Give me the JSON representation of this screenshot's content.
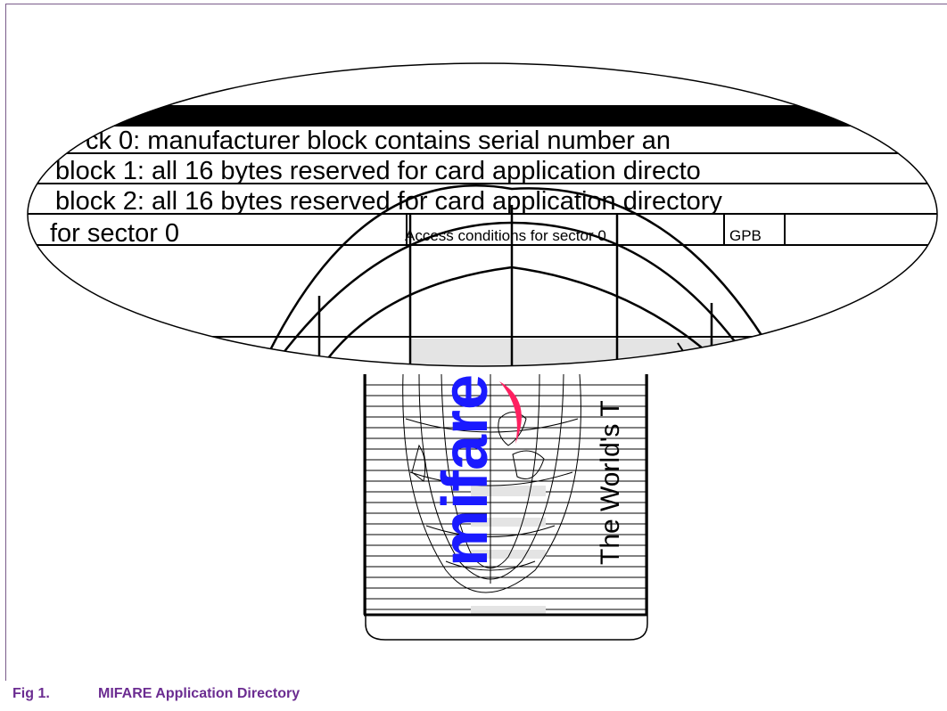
{
  "figure": {
    "caption_number": "Fig 1.",
    "caption_title": "MIFARE Application Directory"
  },
  "card": {
    "brand_text": "mifare",
    "slogan_text": "The World's T"
  },
  "memory_rows": [
    "ck 0: manufacturer block contains serial number an",
    "block 1: all 16 bytes reserved for card application directo",
    "block 2: all 16 bytes reserved for card application directory",
    "for sector 0"
  ],
  "trailer_cells": {
    "access_label": "Access conditions for sector 0",
    "gpb_label": "GPB"
  },
  "colors": {
    "caption": "#6b2c91",
    "brand": "#1a1aff",
    "swoosh": "#ff2060",
    "frame": "#7a5c8a",
    "shade": "#e4e4e4"
  }
}
